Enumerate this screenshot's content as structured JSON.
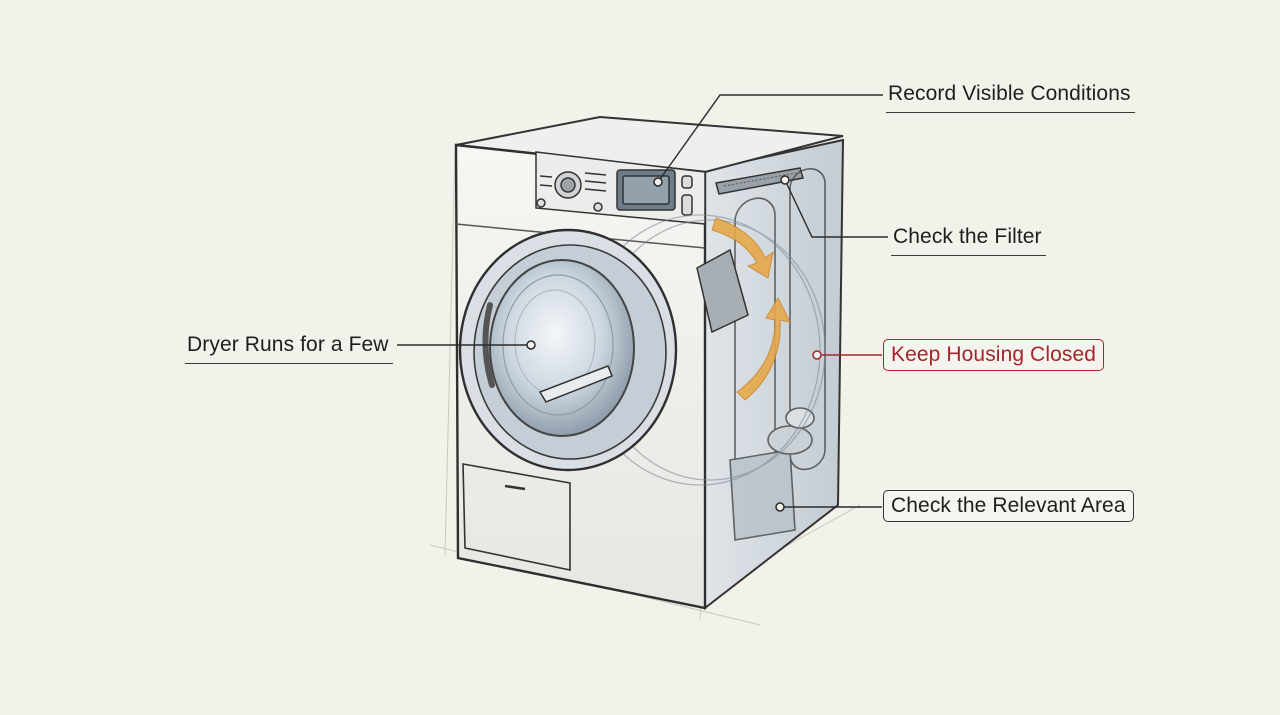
{
  "colors": {
    "background": "#f2f1ea",
    "ink": "#2b2b2b",
    "warning": "#a3262a",
    "airflow": "#e6a84a",
    "drum": "#b8c5d1"
  },
  "callouts": {
    "record_conditions": "Record Visible Conditions",
    "check_filter": "Check the Filter",
    "dryer_runs": "Dryer Runs for a Few",
    "keep_housing_closed": "Keep Housing Closed",
    "check_relevant_area": "Check the Relevant Area"
  }
}
